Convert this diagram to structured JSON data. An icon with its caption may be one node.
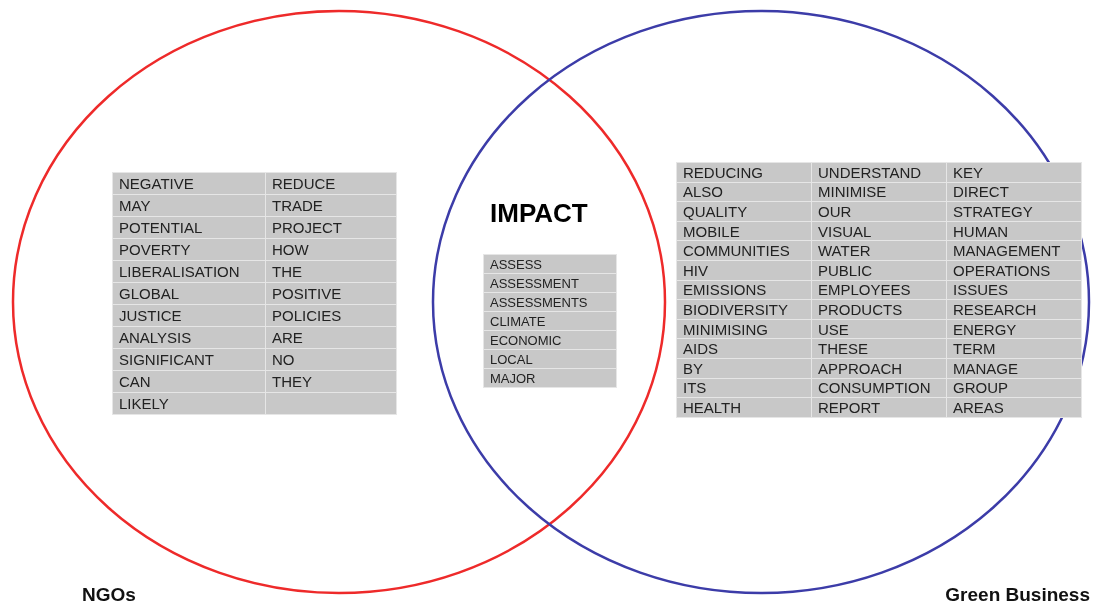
{
  "diagram": {
    "nodes": [
      {
        "text": [
          "NGOs"
        ]
      },
      {
        "text": [
          "Green Business"
        ]
      },
      {
        "text": [
          "NEGATIVE",
          "REDUCE",
          "MAY",
          "TRADE",
          "POTENTIAL",
          "PROJECT",
          "POVERTY",
          "HOW",
          "LIBERALISATION",
          "THE",
          "GLOBAL",
          "POSITIVE",
          "JUSTICE",
          "POLICIES",
          "ANALYSIS",
          "ARE",
          "SIGNIFICANT",
          "NO",
          "CAN",
          "THEY",
          "LIKELY"
        ],
        "in": 0
      },
      {
        "text": [
          "ASSESS",
          "ASSESSMENT",
          "ASSESSMENTS",
          "CLIMATE",
          "ECONOMIC",
          "LOCAL",
          "MAJOR"
        ]
      },
      {
        "text": [
          "REDUCING",
          "UNDERSTAND",
          "KEY",
          "ALSO",
          "MINIMISE",
          "DIRECT",
          "QUALITY",
          "OUR",
          "STRATEGY",
          "MOBILE",
          "VISUAL",
          "HUMAN",
          "COMMUNITIES",
          "WATER",
          "MANAGEMENT",
          "HIV",
          "PUBLIC",
          "OPERATIONS",
          "EMISSIONS",
          "EMPLOYEES",
          "ISSUES",
          "BIODIVERSITY",
          "PRODUCTS",
          "RESEARCH",
          "MINIMISING",
          "USE",
          "ENERGY",
          "AIDS",
          "THESE",
          "TERM",
          "BY",
          "APPROACH",
          "MANAGE",
          "ITS",
          "CONSUMPTION",
          "GROUP",
          "HEALTH",
          "REPORT",
          "AREAS"
        ],
        "in": 1
      }
    ],
    "labels": [
      "IMPACT"
    ]
  }
}
